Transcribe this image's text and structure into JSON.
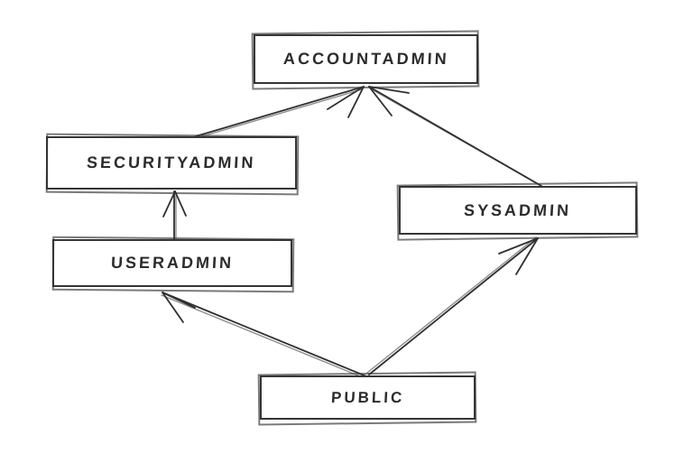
{
  "diagram": {
    "type": "hierarchy",
    "style": "hand-drawn-sketch",
    "colors": {
      "ink": "#2f2f2f",
      "background": "#ffffff"
    },
    "nodes": [
      {
        "id": "accountadmin",
        "label": "ACCOUNTADMIN"
      },
      {
        "id": "securityadmin",
        "label": "SECURITYADMIN"
      },
      {
        "id": "sysadmin",
        "label": "SYSADMIN"
      },
      {
        "id": "useradmin",
        "label": "USERADMIN"
      },
      {
        "id": "public",
        "label": "PUBLIC"
      }
    ],
    "edges": [
      {
        "from": "SECURITYADMIN",
        "to": "ACCOUNTADMIN"
      },
      {
        "from": "SYSADMIN",
        "to": "ACCOUNTADMIN"
      },
      {
        "from": "USERADMIN",
        "to": "SECURITYADMIN"
      },
      {
        "from": "PUBLIC",
        "to": "USERADMIN"
      },
      {
        "from": "PUBLIC",
        "to": "SYSADMIN"
      }
    ]
  }
}
